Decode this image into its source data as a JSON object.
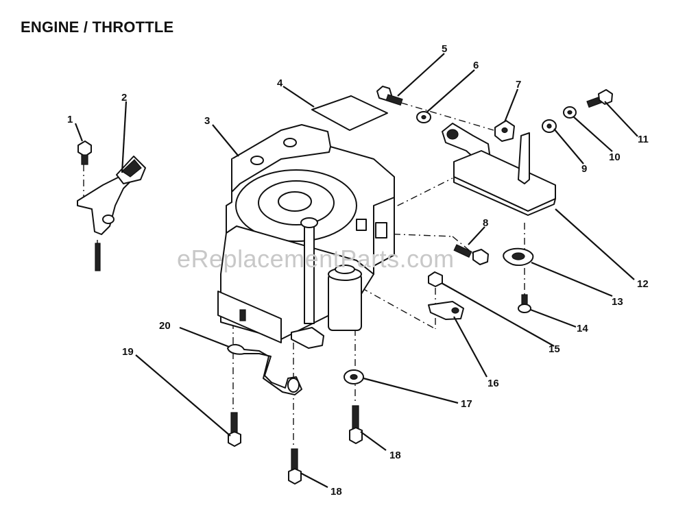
{
  "page": {
    "title": "ENGINE / THROTTLE",
    "watermark": "eReplacementParts.com"
  },
  "callouts": [
    "1",
    "2",
    "3",
    "4",
    "5",
    "6",
    "7",
    "8",
    "9",
    "10",
    "11",
    "12",
    "13",
    "14",
    "15",
    "16",
    "17",
    "18",
    "18",
    "19",
    "20"
  ]
}
